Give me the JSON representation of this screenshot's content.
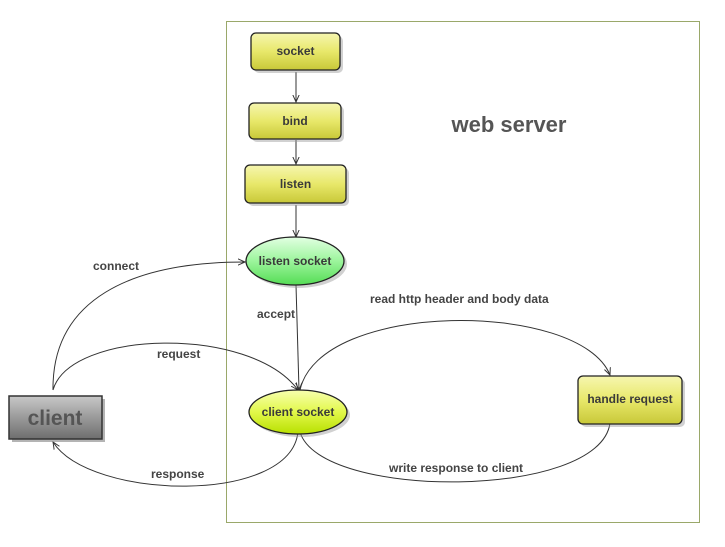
{
  "server_label": "web server",
  "nodes": {
    "socket": "socket",
    "bind": "bind",
    "listen": "listen",
    "listen_socket": "listen socket",
    "client_socket": "client socket",
    "handle_request": "handle request",
    "client": "client"
  },
  "edges": {
    "connect": "connect",
    "accept": "accept",
    "request": "request",
    "response": "response",
    "read": "read http header and body data",
    "write": "write response to client"
  },
  "colors": {
    "yellow_fill_top": "#f4f4a0",
    "yellow_fill_bottom": "#cfcf3a",
    "green_fill_top": "#d8ffd8",
    "green_fill_bottom": "#66ee66",
    "lime_fill_top": "#f4ffa0",
    "lime_fill_bottom": "#c8f000",
    "client_fill": "#909090",
    "border": "#9aa86a"
  }
}
